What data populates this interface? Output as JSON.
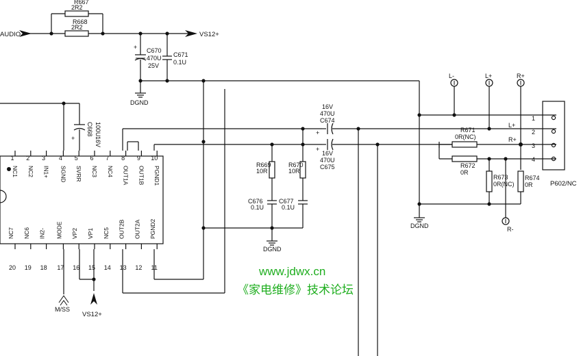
{
  "input": {
    "audio": "AUDIO",
    "vs12_top": "VS12+"
  },
  "resistors": {
    "r667": {
      "ref": "R667",
      "value": "2R2"
    },
    "r668": {
      "ref": "R668",
      "value": "2R2"
    },
    "r669": {
      "ref": "R669",
      "value": "10R"
    },
    "r670": {
      "ref": "R670",
      "value": "10R"
    },
    "r671": {
      "ref": "R671",
      "value": "0R(NC)"
    },
    "r672": {
      "ref": "R672",
      "value": "0R"
    },
    "r673": {
      "ref": "R673",
      "value": "0R(NC)"
    },
    "r674": {
      "ref": "R674",
      "value": "0R"
    }
  },
  "capacitors": {
    "c670": {
      "ref": "C670",
      "value": "470U",
      "voltage": "25V"
    },
    "c671": {
      "ref": "C671",
      "value": "0.1U"
    },
    "c668": {
      "ref": "C668",
      "value": "100U",
      "voltage": "16V"
    },
    "c674": {
      "ref": "C674",
      "value": "470U",
      "voltage": "16V"
    },
    "c675": {
      "ref": "C675",
      "value": "470U",
      "voltage": "16V"
    },
    "c676": {
      "ref": "C676",
      "value": "0.1U"
    },
    "c677": {
      "ref": "C677",
      "value": "0.1U"
    }
  },
  "grounds": {
    "g1": "DGND",
    "g2": "DGND",
    "g3": "DGND"
  },
  "ic_top_pins": [
    {
      "num": "1",
      "name": "NC1"
    },
    {
      "num": "2",
      "name": "NC2"
    },
    {
      "num": "3",
      "name": "IN1+"
    },
    {
      "num": "4",
      "name": "SGND"
    },
    {
      "num": "5",
      "name": "SVRR"
    },
    {
      "num": "6",
      "name": "NC3"
    },
    {
      "num": "7",
      "name": "NC4"
    },
    {
      "num": "8",
      "name": "OUT1A"
    },
    {
      "num": "9",
      "name": "OUT1B"
    },
    {
      "num": "10",
      "name": "PGND1"
    }
  ],
  "ic_bottom_pins": [
    {
      "num": "20",
      "name": "NC7"
    },
    {
      "num": "19",
      "name": "NC6"
    },
    {
      "num": "18",
      "name": "IN2-"
    },
    {
      "num": "17",
      "name": "MODE"
    },
    {
      "num": "16",
      "name": "VP2"
    },
    {
      "num": "15",
      "name": "VP1"
    },
    {
      "num": "14",
      "name": "NC5"
    },
    {
      "num": "13",
      "name": "OUT2B"
    },
    {
      "num": "12",
      "name": "OUT2A"
    },
    {
      "num": "11",
      "name": "PGND2"
    }
  ],
  "bottom_nets": {
    "mode": "M/SS",
    "vs12": "VS12+"
  },
  "test_points": {
    "l_minus": "L-",
    "l_plus": "L+",
    "r_plus": "R+",
    "r_minus": "R-"
  },
  "connector": {
    "ref": "P602/NC",
    "pins": [
      "1",
      "2",
      "3",
      "4"
    ],
    "net_l_plus": "L+",
    "net_r_plus": "R+"
  },
  "watermark": {
    "url": "www.jdwx.cn",
    "forum": "《家电维修》技术论坛"
  }
}
